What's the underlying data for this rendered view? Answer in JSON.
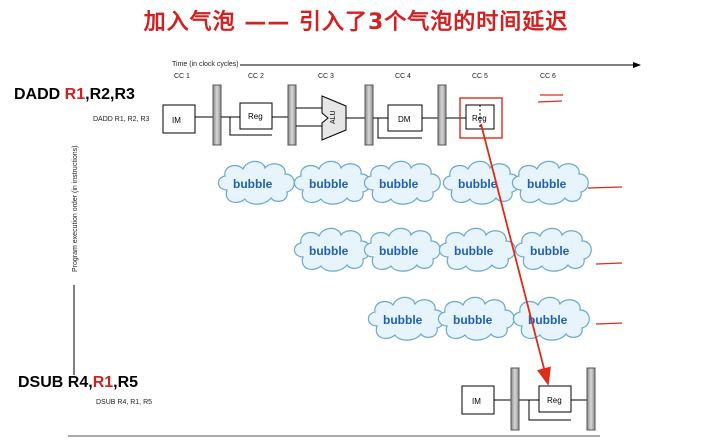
{
  "title": "加入气泡 —— 引入了3个气泡的时间延迟",
  "time_label": "Time (in clock cycles)",
  "cycles": [
    "CC 1",
    "CC 2",
    "CC 3",
    "CC 4",
    "CC 5",
    "CC 6"
  ],
  "y_axis_label": "Program execution order (in instructions)",
  "instr1": {
    "op": "DADD ",
    "r1": "R1",
    "rest": ",R2,R3",
    "small": "DADD R1, R2, R3",
    "stages": {
      "im": "IM",
      "reg": "Reg",
      "alu": "ALU",
      "dm": "DM",
      "reg2": "Reg"
    }
  },
  "instr2": {
    "op": "DSUB  R4,",
    "r1": "R1",
    "rest": ",R5",
    "small": "DSUB R4, R1, R5",
    "stages": {
      "im": "IM",
      "reg": "Reg"
    }
  },
  "bubble_label": "bubble",
  "colors": {
    "title": "#d42020",
    "annotation": "#e02a1a",
    "bubble_text": "#1f5fb8",
    "bubble_fill": "#e8f4fb",
    "bubble_stroke": "#6aa8d0"
  }
}
